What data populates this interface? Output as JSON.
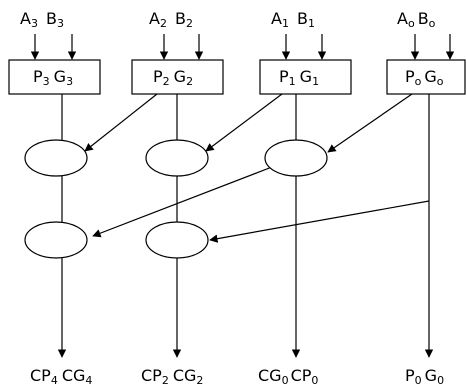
{
  "inputs": [
    {
      "a": "A",
      "a_sub": "3",
      "b": "B",
      "b_sub": "3"
    },
    {
      "a": "A",
      "a_sub": "2",
      "b": "B",
      "b_sub": "2"
    },
    {
      "a": "A",
      "a_sub": "1",
      "b": "B",
      "b_sub": "1"
    },
    {
      "a": "A",
      "a_sub": "o",
      "b": "B",
      "b_sub": "o"
    }
  ],
  "boxes": [
    {
      "p": "P",
      "p_sub": "3",
      "g": "G",
      "g_sub": "3"
    },
    {
      "p": "P",
      "p_sub": "2",
      "g": "G",
      "g_sub": "2"
    },
    {
      "p": "P",
      "p_sub": "1",
      "g": "G",
      "g_sub": "1"
    },
    {
      "p": "P",
      "p_sub": "o",
      "g": "G",
      "g_sub": "o"
    }
  ],
  "outputs": [
    {
      "first": "CP",
      "first_sub": "4",
      "second": "CG",
      "second_sub": "4"
    },
    {
      "first": "CP",
      "first_sub": "2",
      "second": "CG",
      "second_sub": "2"
    },
    {
      "first": "CG",
      "first_sub": "0",
      "second": "CP",
      "second_sub": "0"
    },
    {
      "first": "P",
      "first_sub": "0",
      "second": "G",
      "second_sub": "0"
    }
  ]
}
